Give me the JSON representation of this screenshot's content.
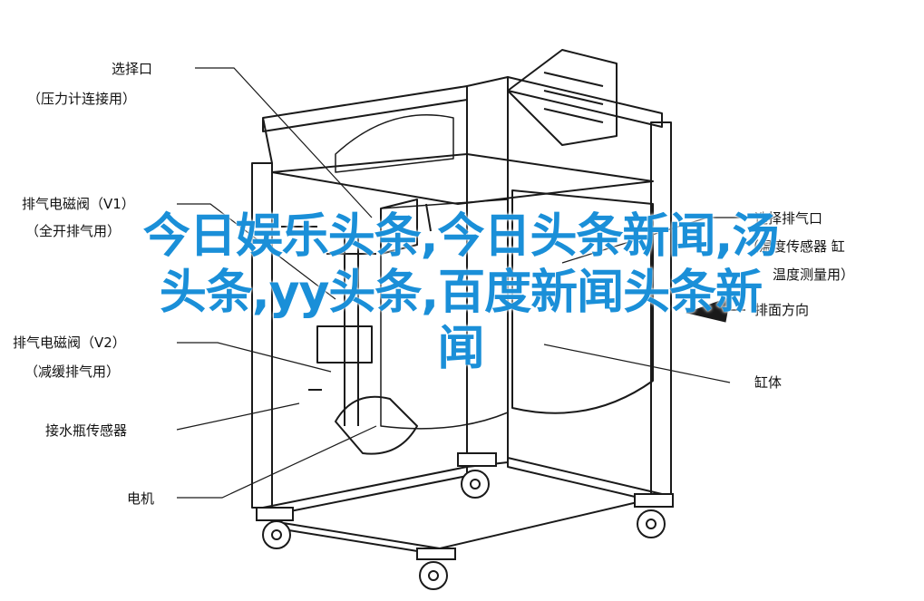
{
  "labels": {
    "select_port": "选择口",
    "select_port_note": "（压力计连接用）",
    "exhaust_valve_v1": "排气电磁阀（V1）",
    "exhaust_valve_v1_note": "（全开排气用）",
    "exhaust_valve_v2": "排气电磁阀（V2）",
    "exhaust_valve_v2_note": "（减缓排气用）",
    "water_bottle_sensor": "接水瓶传感器",
    "motor": "电机",
    "select_exhaust_port": "选择排气口",
    "select_exhaust_port_note1": "（温度传感器  缸",
    "select_exhaust_port_note2": "温度测量用）",
    "exhaust_direction": "排面方向",
    "cylinder": "缸体"
  },
  "overlay": {
    "line1": "今日娱乐头条,今日头条新闻,汤",
    "line2": "头条,yy头条,百度新闻头条新",
    "line3": "闻",
    "color": "#1a8fd8"
  },
  "colors": {
    "stroke": "#1a1a1a",
    "background": "#ffffff"
  }
}
